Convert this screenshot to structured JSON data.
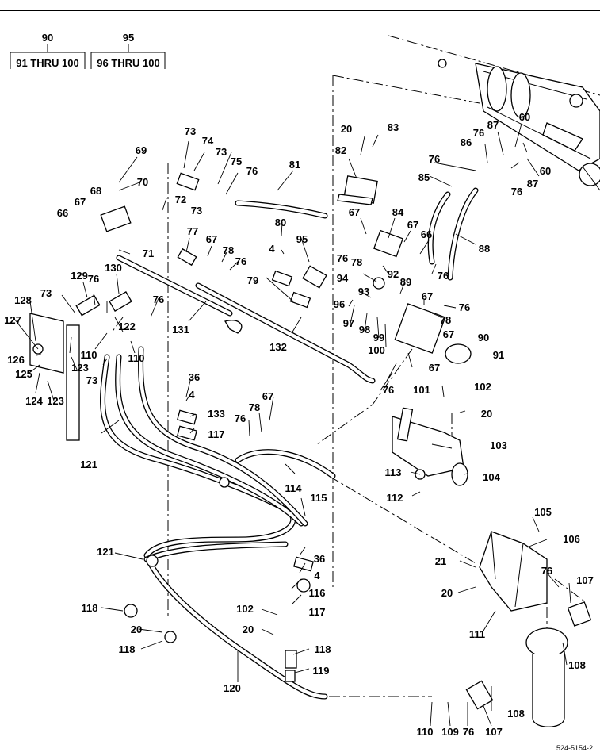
{
  "header": {
    "groups": [
      {
        "number": "90",
        "range": "91 THRU 100"
      },
      {
        "number": "95",
        "range": "96 THRU 100"
      }
    ]
  },
  "figure_id": "524-5154-2",
  "callouts": [
    "69",
    "70",
    "73",
    "74",
    "73",
    "75",
    "76",
    "81",
    "20",
    "83",
    "68",
    "67",
    "66",
    "72",
    "73",
    "82",
    "86",
    "76",
    "87",
    "60",
    "76",
    "60",
    "76",
    "87",
    "85",
    "67",
    "84",
    "80",
    "76",
    "78",
    "67",
    "66",
    "88",
    "76",
    "77",
    "67",
    "78",
    "76",
    "71",
    "4",
    "95",
    "92",
    "79",
    "94",
    "93",
    "89",
    "76",
    "67",
    "78",
    "96",
    "97",
    "98",
    "99",
    "100",
    "67",
    "90",
    "91",
    "67",
    "129",
    "130",
    "73",
    "76",
    "76",
    "128",
    "127",
    "122",
    "110",
    "110",
    "123",
    "126",
    "125",
    "124",
    "123",
    "73",
    "121",
    "131",
    "132",
    "101",
    "76",
    "102",
    "20",
    "36",
    "4",
    "133",
    "117",
    "67",
    "78",
    "76",
    "103",
    "114",
    "113",
    "104",
    "112",
    "115",
    "105",
    "106",
    "121",
    "36",
    "4",
    "116",
    "117",
    "21",
    "20",
    "76",
    "107",
    "118",
    "102",
    "20",
    "20",
    "118",
    "118",
    "119",
    "111",
    "108",
    "120",
    "110",
    "109",
    "76",
    "107",
    "108"
  ]
}
